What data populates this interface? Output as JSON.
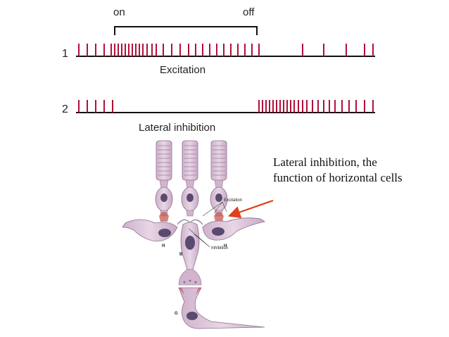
{
  "spike_chart": {
    "on_label": "on",
    "off_label": "off",
    "trace1": {
      "number": "1",
      "caption": "Excitation",
      "spikes": [
        112,
        124,
        136,
        148,
        158,
        163,
        168,
        173,
        178,
        183,
        188,
        193,
        198,
        203,
        209,
        216,
        222,
        232,
        244,
        256,
        268,
        278,
        288,
        298,
        308,
        318,
        328,
        338,
        348,
        358,
        368,
        430,
        460,
        492,
        518,
        530
      ]
    },
    "trace2": {
      "number": "2",
      "caption": "Lateral inhibition",
      "spikes": [
        112,
        124,
        136,
        148,
        160,
        368,
        373,
        378,
        383,
        388,
        393,
        398,
        403,
        408,
        413,
        418,
        424,
        430,
        436,
        444,
        452,
        460,
        468,
        476,
        486,
        496,
        506,
        518,
        530
      ]
    }
  },
  "annotation": {
    "text": "Lateral inhibition, the function of horizontal cells",
    "arrow_color": "#e0401a"
  },
  "cell_diagram": {
    "label_excitation": "Excitation",
    "label_inhibition": "Inhibition",
    "label_h_left": "H",
    "label_h_right": "H",
    "label_b": "B",
    "label_g": "G",
    "cell_color": "#d9bfd6",
    "outline_color": "#8a6f8e",
    "synapse_color": "#c65a4f"
  }
}
